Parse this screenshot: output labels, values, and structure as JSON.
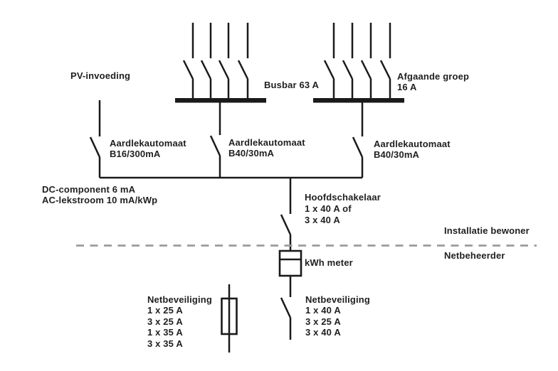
{
  "colors": {
    "background": "#ffffff",
    "line": "#1a1a1a",
    "divider": "#9b9b9b",
    "text": "#1f1f1f"
  },
  "labels": {
    "pv_feed": "PV-invoeding",
    "busbar": "Busbar 63 A",
    "outgoing_group": [
      "Afgaande groep",
      "16 A"
    ],
    "rcbo_pv": [
      "Aardlekautomaat",
      "B16/300mA"
    ],
    "rcbo_mid": [
      "Aardlekautomaat",
      "B40/30mA"
    ],
    "rcbo_right": [
      "Aardlekautomaat",
      "B40/30mA"
    ],
    "leakage_note": [
      "DC-component 6 mA",
      "AC-lekstroom 10 mA/kWp"
    ],
    "main_switch": [
      "Hoofdschakelaar",
      "1 x 40 A of",
      "3 x 40 A"
    ],
    "zone_above": "Installatie bewoner",
    "zone_below": "Netbeheerder",
    "kwh_meter": "kWh meter",
    "grid_fuse": [
      "Netbeveiliging",
      "1 x 25 A",
      "3 x 25 A",
      "1 x 35 A",
      "3 x 35 A"
    ],
    "grid_breaker": [
      "Netbeveiliging",
      "1 x 40 A",
      "3 x 25 A",
      "3 x 40 A"
    ]
  }
}
